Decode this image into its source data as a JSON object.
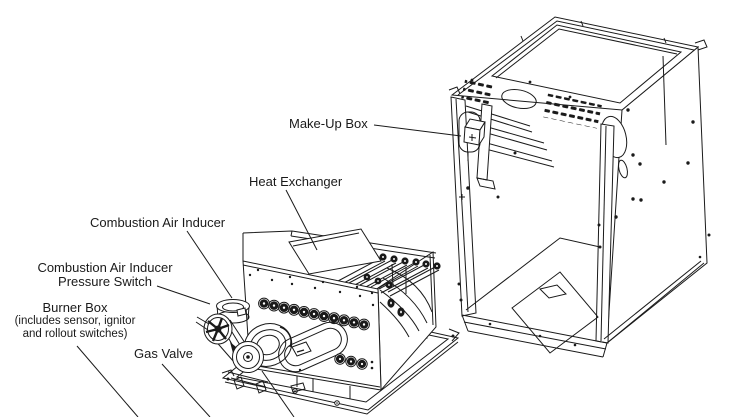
{
  "figure": {
    "type": "furnace-exploded-parts-diagram",
    "background_color": "#ffffff",
    "line_color": "#1a1a1a",
    "labels": {
      "make_up_box": "Make-Up Box",
      "heat_exchanger": "Heat Exchanger",
      "combustion_air_inducer": "Combustion Air Inducer",
      "pressure_switch_line1": "Combustion Air Inducer",
      "pressure_switch_line2": "Pressure Switch",
      "burner_box_title": "Burner Box",
      "burner_box_sub1": "(includes sensor, ignitor",
      "burner_box_sub2": "and rollout switches)",
      "gas_valve": "Gas Valve"
    }
  }
}
